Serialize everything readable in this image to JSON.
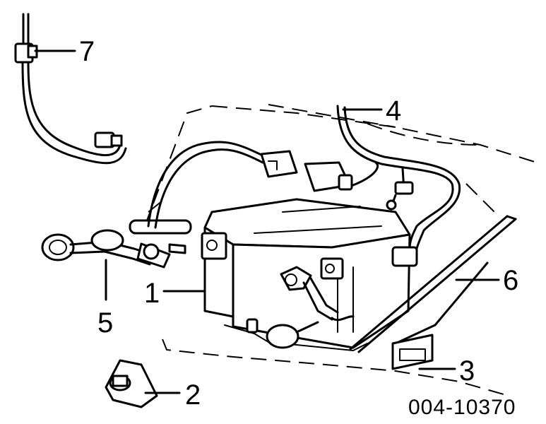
{
  "callouts": [
    {
      "id": "callout-1",
      "number": "1"
    },
    {
      "id": "callout-2",
      "number": "2"
    },
    {
      "id": "callout-3",
      "number": "3"
    },
    {
      "id": "callout-4",
      "number": "4"
    },
    {
      "id": "callout-5",
      "number": "5"
    },
    {
      "id": "callout-6",
      "number": "6"
    },
    {
      "id": "callout-7",
      "number": "7"
    }
  ],
  "figure_number": "004-10370"
}
